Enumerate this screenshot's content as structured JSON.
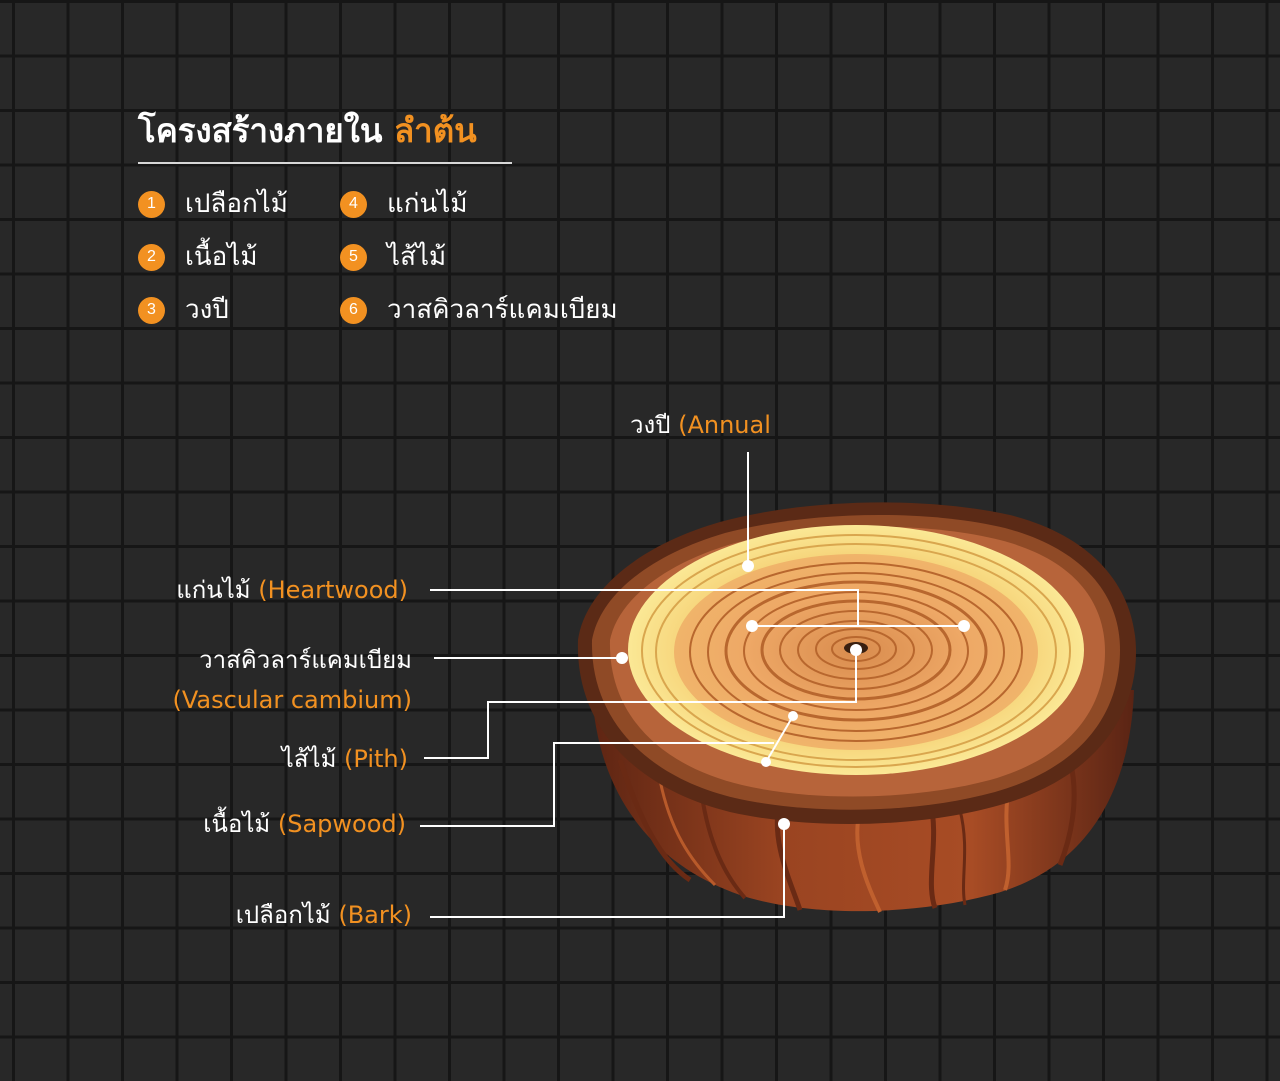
{
  "title": {
    "main": "โครงสร้างภายใน",
    "accent": "ลำต้น"
  },
  "legend": [
    {
      "number": "1",
      "label": "เปลือกไม้"
    },
    {
      "number": "2",
      "label": "เนื้อไม้"
    },
    {
      "number": "3",
      "label": "วงปี"
    },
    {
      "number": "4",
      "label": "แก่นไม้"
    },
    {
      "number": "5",
      "label": "ไส้ไม้"
    },
    {
      "number": "6",
      "label": "วาสคิวลาร์แคมเบียม"
    }
  ],
  "callouts": {
    "annual": {
      "th": "วงปี",
      "en": "(Annual"
    },
    "heartwood": {
      "th": "แก่นไม้",
      "en": "(Heartwood)"
    },
    "cambium": {
      "th": "วาสคิวลาร์แคมเบียม",
      "en": "(Vascular cambium)"
    },
    "pith": {
      "th": "ไส้ไม้",
      "en": "(Pith)"
    },
    "sapwood": {
      "th": "เนื้อไม้",
      "en": "(Sapwood)"
    },
    "bark": {
      "th": "เปลือกไม้",
      "en": "(Bark)"
    }
  },
  "colors": {
    "accent": "#f29121",
    "background": "#282828",
    "grid": "#161616",
    "bark_dark": "#5a2414",
    "bark_side": "#8a3a1c",
    "sapwood": "#f5d36a",
    "heartwood": "#e8a15a",
    "pith": "#3a2010"
  }
}
